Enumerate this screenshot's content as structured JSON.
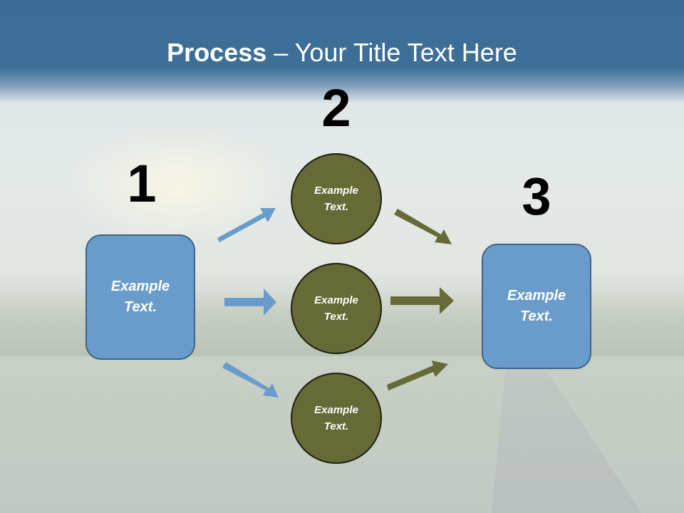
{
  "title": {
    "bold": "Process",
    "rest": " – Your Title Text Here"
  },
  "steps": {
    "one": {
      "number": "1",
      "label_line1": "Example",
      "label_line2": "Text."
    },
    "two": {
      "number": "2",
      "circles": [
        {
          "line1": "Example",
          "line2": "Text."
        },
        {
          "line1": "Example",
          "line2": "Text."
        },
        {
          "line1": "Example",
          "line2": "Text."
        }
      ]
    },
    "three": {
      "number": "3",
      "label_line1": "Example",
      "label_line2": "Text."
    }
  },
  "colors": {
    "header": "#3d6f99",
    "box_fill": "#6a9ccb",
    "box_border": "#3d6489",
    "circle_fill": "#656a36",
    "blue_arrow": "#6a9ccb",
    "olive_arrow": "#656a36"
  }
}
